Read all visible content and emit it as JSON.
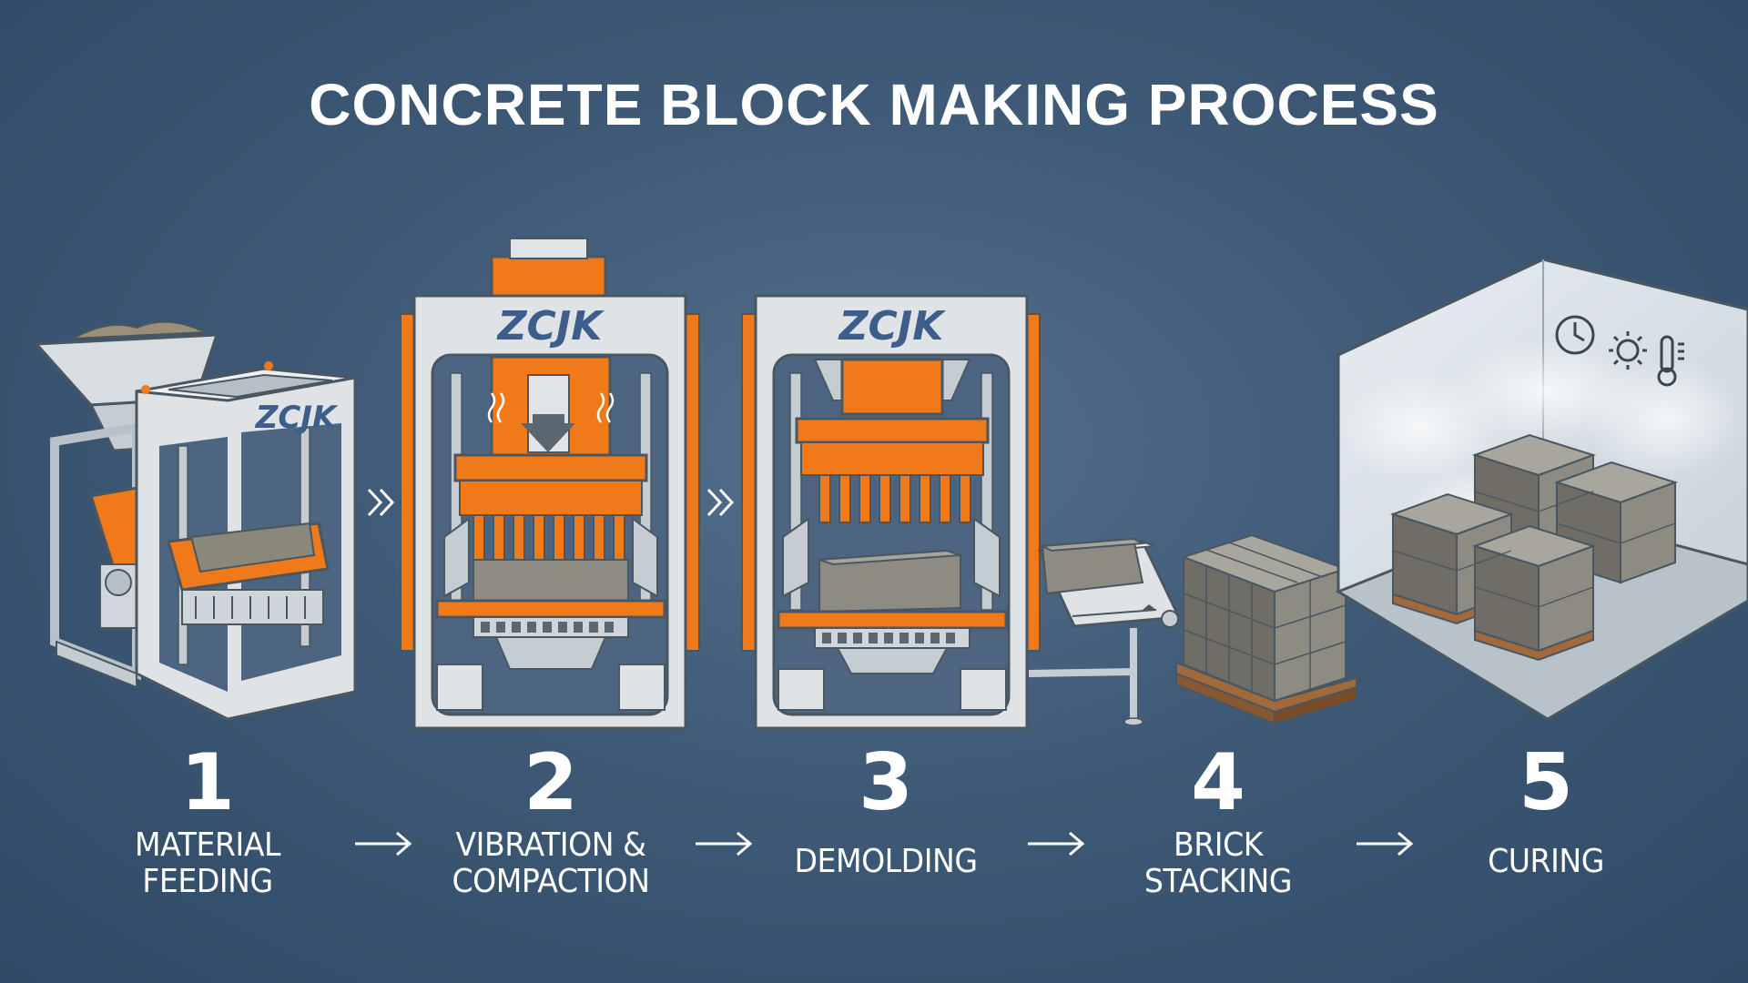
{
  "title": "CONCRETE BLOCK MAKING PROCESS",
  "brand": "ZCJK",
  "steps": [
    {
      "number": "1",
      "line1": "MATERIAL",
      "line2": "FEEDING"
    },
    {
      "number": "2",
      "line1": "VIBRATION &",
      "line2": "COMPACTION"
    },
    {
      "number": "3",
      "line1": "DEMOLDING",
      "line2": ""
    },
    {
      "number": "4",
      "line1": "BRICK",
      "line2": "STACKING"
    },
    {
      "number": "5",
      "line1": "CURING",
      "line2": ""
    }
  ],
  "icons": [
    "clock-icon",
    "sun-icon",
    "thermometer-icon"
  ],
  "colors": {
    "background": "#3f5a76",
    "machine_orange": "#f07a1a",
    "machine_gray": "#dfe3e6",
    "block_gray": "#8d8b82",
    "pallet_brown": "#a26a3a",
    "text": "#ffffff"
  }
}
